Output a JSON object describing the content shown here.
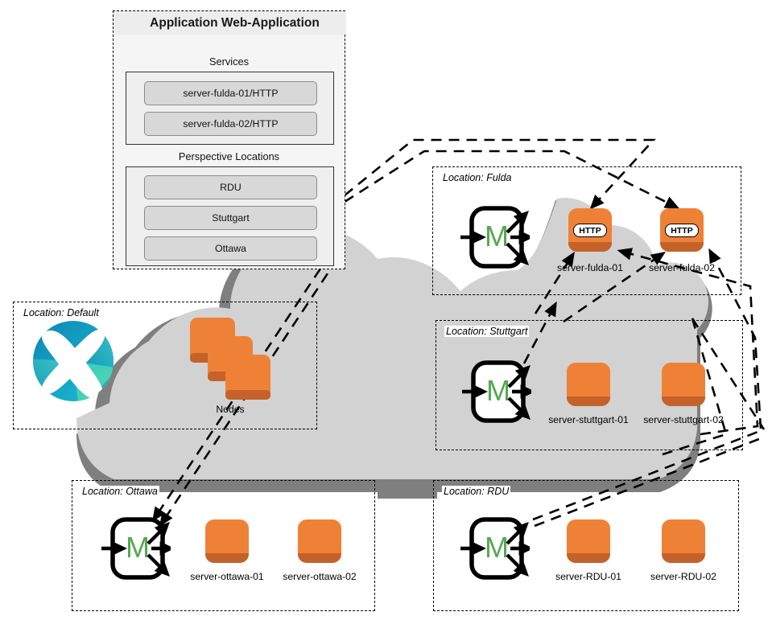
{
  "application_panel": {
    "title": "Application Web-Application",
    "services_heading": "Services",
    "services": [
      {
        "label": "server-fulda-01/HTTP"
      },
      {
        "label": "server-fulda-02/HTTP"
      }
    ],
    "perspective_heading": "Perspective Locations",
    "perspective_locations": [
      {
        "label": "RDU"
      },
      {
        "label": "Stuttgart"
      },
      {
        "label": "Ottawa"
      }
    ]
  },
  "locations": {
    "default": {
      "label": "Location: Default",
      "nodes_label": "Nodes",
      "logo_name": "x-brand-logo"
    },
    "fulda": {
      "label": "Location: Fulda",
      "monitor_glyph": "M",
      "servers": [
        {
          "name": "server-fulda-01",
          "badge": "HTTP"
        },
        {
          "name": "server-fulda-02",
          "badge": "HTTP"
        }
      ]
    },
    "stuttgart": {
      "label": "Location: Stuttgart",
      "monitor_glyph": "M",
      "servers": [
        {
          "name": "server-stuttgart-01",
          "badge": ""
        },
        {
          "name": "server-stuttgart-02",
          "badge": ""
        }
      ]
    },
    "ottawa": {
      "label": "Location: Ottawa",
      "monitor_glyph": "M",
      "servers": [
        {
          "name": "server-ottawa-01",
          "badge": ""
        },
        {
          "name": "server-ottawa-02",
          "badge": ""
        }
      ]
    },
    "rdu": {
      "label": "Location: RDU",
      "monitor_glyph": "M",
      "servers": [
        {
          "name": "server-RDU-01",
          "badge": ""
        },
        {
          "name": "server-RDU-02",
          "badge": ""
        }
      ]
    }
  },
  "colors": {
    "node_orange": "#ef8137",
    "node_orange_shadow": "#c4622a",
    "monitor_green": "#55a84f",
    "cloud_light": "#d2d2d2",
    "cloud_dark": "#7f7f7f",
    "panel_fill": "#f5f5f5",
    "pill_fill": "#d8d8d8"
  }
}
